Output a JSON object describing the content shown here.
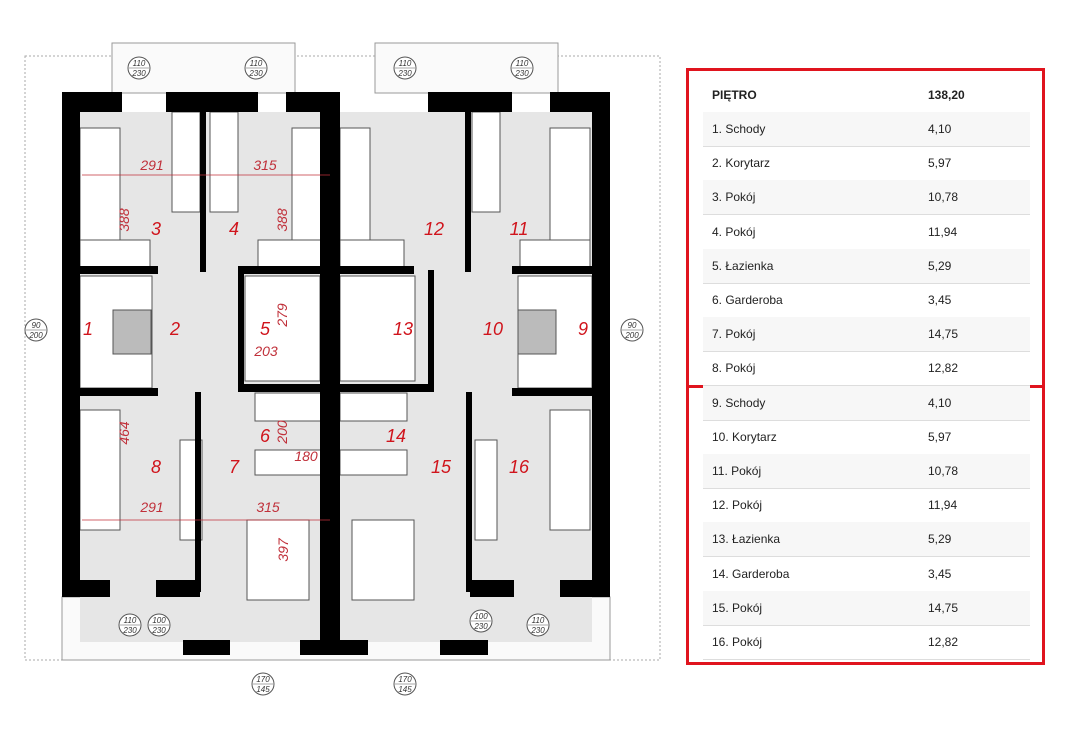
{
  "plan": {
    "rooms": [
      "1",
      "2",
      "3",
      "4",
      "5",
      "6",
      "7",
      "8",
      "9",
      "10",
      "11",
      "12",
      "13",
      "14",
      "15",
      "16"
    ],
    "dims": [
      "291",
      "315",
      "388",
      "388",
      "279",
      "203",
      "200",
      "180",
      "464",
      "291",
      "315",
      "397"
    ],
    "openings": [
      {
        "w": "110",
        "h": "230"
      },
      {
        "w": "110",
        "h": "230"
      },
      {
        "w": "110",
        "h": "230"
      },
      {
        "w": "110",
        "h": "230"
      },
      {
        "w": "90",
        "h": "200"
      },
      {
        "w": "90",
        "h": "200"
      },
      {
        "w": "110",
        "h": "230"
      },
      {
        "w": "100",
        "h": "230"
      },
      {
        "w": "100",
        "h": "230"
      },
      {
        "w": "110",
        "h": "230"
      },
      {
        "w": "170",
        "h": "145"
      },
      {
        "w": "170",
        "h": "145"
      }
    ]
  },
  "table": {
    "header": {
      "label": "PIĘTRO",
      "value": "138,20"
    },
    "rows": [
      {
        "label": "1. Schody",
        "value": "4,10"
      },
      {
        "label": "2. Korytarz",
        "value": "5,97"
      },
      {
        "label": "3. Pokój",
        "value": "10,78"
      },
      {
        "label": "4. Pokój",
        "value": "11,94"
      },
      {
        "label": "5. Łazienka",
        "value": "5,29"
      },
      {
        "label": "6. Garderoba",
        "value": "3,45"
      },
      {
        "label": "7. Pokój",
        "value": "14,75"
      },
      {
        "label": "8. Pokój",
        "value": "12,82"
      },
      {
        "label": "9. Schody",
        "value": "4,10"
      },
      {
        "label": "10. Korytarz",
        "value": "5,97"
      },
      {
        "label": "11. Pokój",
        "value": "10,78"
      },
      {
        "label": "12. Pokój",
        "value": "11,94"
      },
      {
        "label": "13. Łazienka",
        "value": "5,29"
      },
      {
        "label": "14. Garderoba",
        "value": "3,45"
      },
      {
        "label": "15. Pokój",
        "value": "14,75"
      },
      {
        "label": "16. Pokój",
        "value": "12,82"
      }
    ]
  },
  "colors": {
    "highlight": "#e0141e",
    "room_label": "#d0141c",
    "wall": "#000000",
    "floor": "#e6e6e6"
  }
}
